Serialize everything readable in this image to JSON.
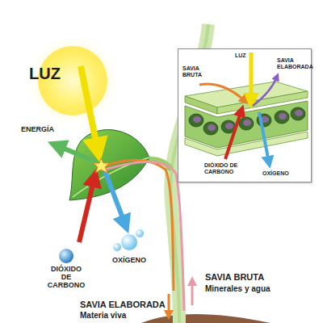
{
  "diagram": {
    "nodes": [
      {
        "text": [
          "LUZ",
          "SAVIA BRUTA",
          "SAVIA ELABORADA",
          "DIÓXIDO DE CARBONO",
          "OXÍGENO"
        ]
      }
    ],
    "labels": [
      "LUZ",
      "ENERGÍA",
      "DIÓXIDO DE CARBONO",
      "OXÍGENO",
      "SAVIA BRUTA",
      "Minerales y agua",
      "SAVIA ELABORADA",
      "Materia viva"
    ]
  }
}
